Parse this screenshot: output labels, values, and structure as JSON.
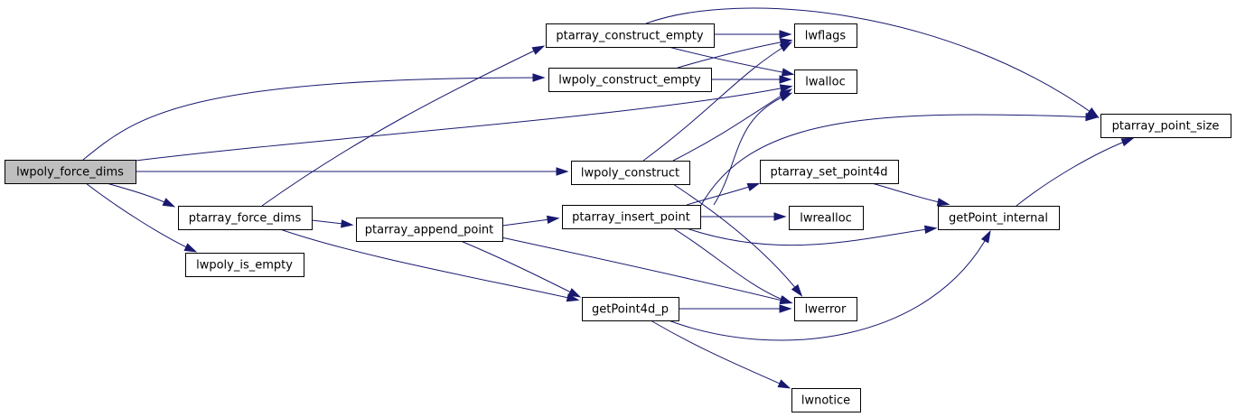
{
  "colors": {
    "edge": "#191970",
    "root_fill": "#bfbfbf",
    "node_fill": "#ffffff",
    "border": "#000000"
  },
  "nodes": [
    {
      "id": "lwpoly_force_dims",
      "label": "lwpoly_force_dims",
      "root": true
    },
    {
      "id": "ptarray_construct_empty",
      "label": "ptarray_construct_empty"
    },
    {
      "id": "lwpoly_construct_empty",
      "label": "lwpoly_construct_empty"
    },
    {
      "id": "lwpoly_construct",
      "label": "lwpoly_construct"
    },
    {
      "id": "ptarray_force_dims",
      "label": "ptarray_force_dims"
    },
    {
      "id": "lwpoly_is_empty",
      "label": "lwpoly_is_empty"
    },
    {
      "id": "ptarray_append_point",
      "label": "ptarray_append_point"
    },
    {
      "id": "ptarray_insert_point",
      "label": "ptarray_insert_point"
    },
    {
      "id": "getPoint4d_p",
      "label": "getPoint4d_p"
    },
    {
      "id": "lwflags",
      "label": "lwflags"
    },
    {
      "id": "lwalloc",
      "label": "lwalloc"
    },
    {
      "id": "ptarray_set_point4d",
      "label": "ptarray_set_point4d"
    },
    {
      "id": "lwrealloc",
      "label": "lwrealloc"
    },
    {
      "id": "lwerror",
      "label": "lwerror"
    },
    {
      "id": "lwnotice",
      "label": "lwnotice"
    },
    {
      "id": "ptarray_point_size",
      "label": "ptarray_point_size"
    },
    {
      "id": "getPoint_internal",
      "label": "getPoint_internal"
    }
  ],
  "edges": [
    {
      "from": "lwpoly_force_dims",
      "to": "lwpoly_construct_empty"
    },
    {
      "from": "lwpoly_force_dims",
      "to": "lwalloc"
    },
    {
      "from": "lwpoly_force_dims",
      "to": "lwpoly_construct"
    },
    {
      "from": "lwpoly_force_dims",
      "to": "ptarray_force_dims"
    },
    {
      "from": "lwpoly_force_dims",
      "to": "lwpoly_is_empty"
    },
    {
      "from": "ptarray_construct_empty",
      "to": "lwflags"
    },
    {
      "from": "ptarray_construct_empty",
      "to": "lwalloc"
    },
    {
      "from": "ptarray_construct_empty",
      "to": "ptarray_point_size"
    },
    {
      "from": "lwpoly_construct_empty",
      "to": "lwflags"
    },
    {
      "from": "lwpoly_construct_empty",
      "to": "lwalloc"
    },
    {
      "from": "lwpoly_construct",
      "to": "lwflags"
    },
    {
      "from": "lwpoly_construct",
      "to": "lwalloc"
    },
    {
      "from": "lwpoly_construct",
      "to": "lwerror"
    },
    {
      "from": "ptarray_force_dims",
      "to": "ptarray_construct_empty"
    },
    {
      "from": "ptarray_force_dims",
      "to": "ptarray_append_point"
    },
    {
      "from": "ptarray_force_dims",
      "to": "getPoint4d_p"
    },
    {
      "from": "ptarray_append_point",
      "to": "ptarray_insert_point"
    },
    {
      "from": "ptarray_append_point",
      "to": "getPoint4d_p"
    },
    {
      "from": "ptarray_append_point",
      "to": "lwerror"
    },
    {
      "from": "ptarray_insert_point",
      "to": "lwalloc"
    },
    {
      "from": "ptarray_insert_point",
      "to": "ptarray_point_size"
    },
    {
      "from": "ptarray_insert_point",
      "to": "ptarray_set_point4d"
    },
    {
      "from": "ptarray_insert_point",
      "to": "lwrealloc"
    },
    {
      "from": "ptarray_insert_point",
      "to": "getPoint_internal"
    },
    {
      "from": "ptarray_insert_point",
      "to": "lwerror"
    },
    {
      "from": "getPoint4d_p",
      "to": "lwerror"
    },
    {
      "from": "getPoint4d_p",
      "to": "getPoint_internal"
    },
    {
      "from": "getPoint4d_p",
      "to": "lwnotice"
    },
    {
      "from": "ptarray_set_point4d",
      "to": "getPoint_internal"
    },
    {
      "from": "getPoint_internal",
      "to": "ptarray_point_size"
    }
  ]
}
